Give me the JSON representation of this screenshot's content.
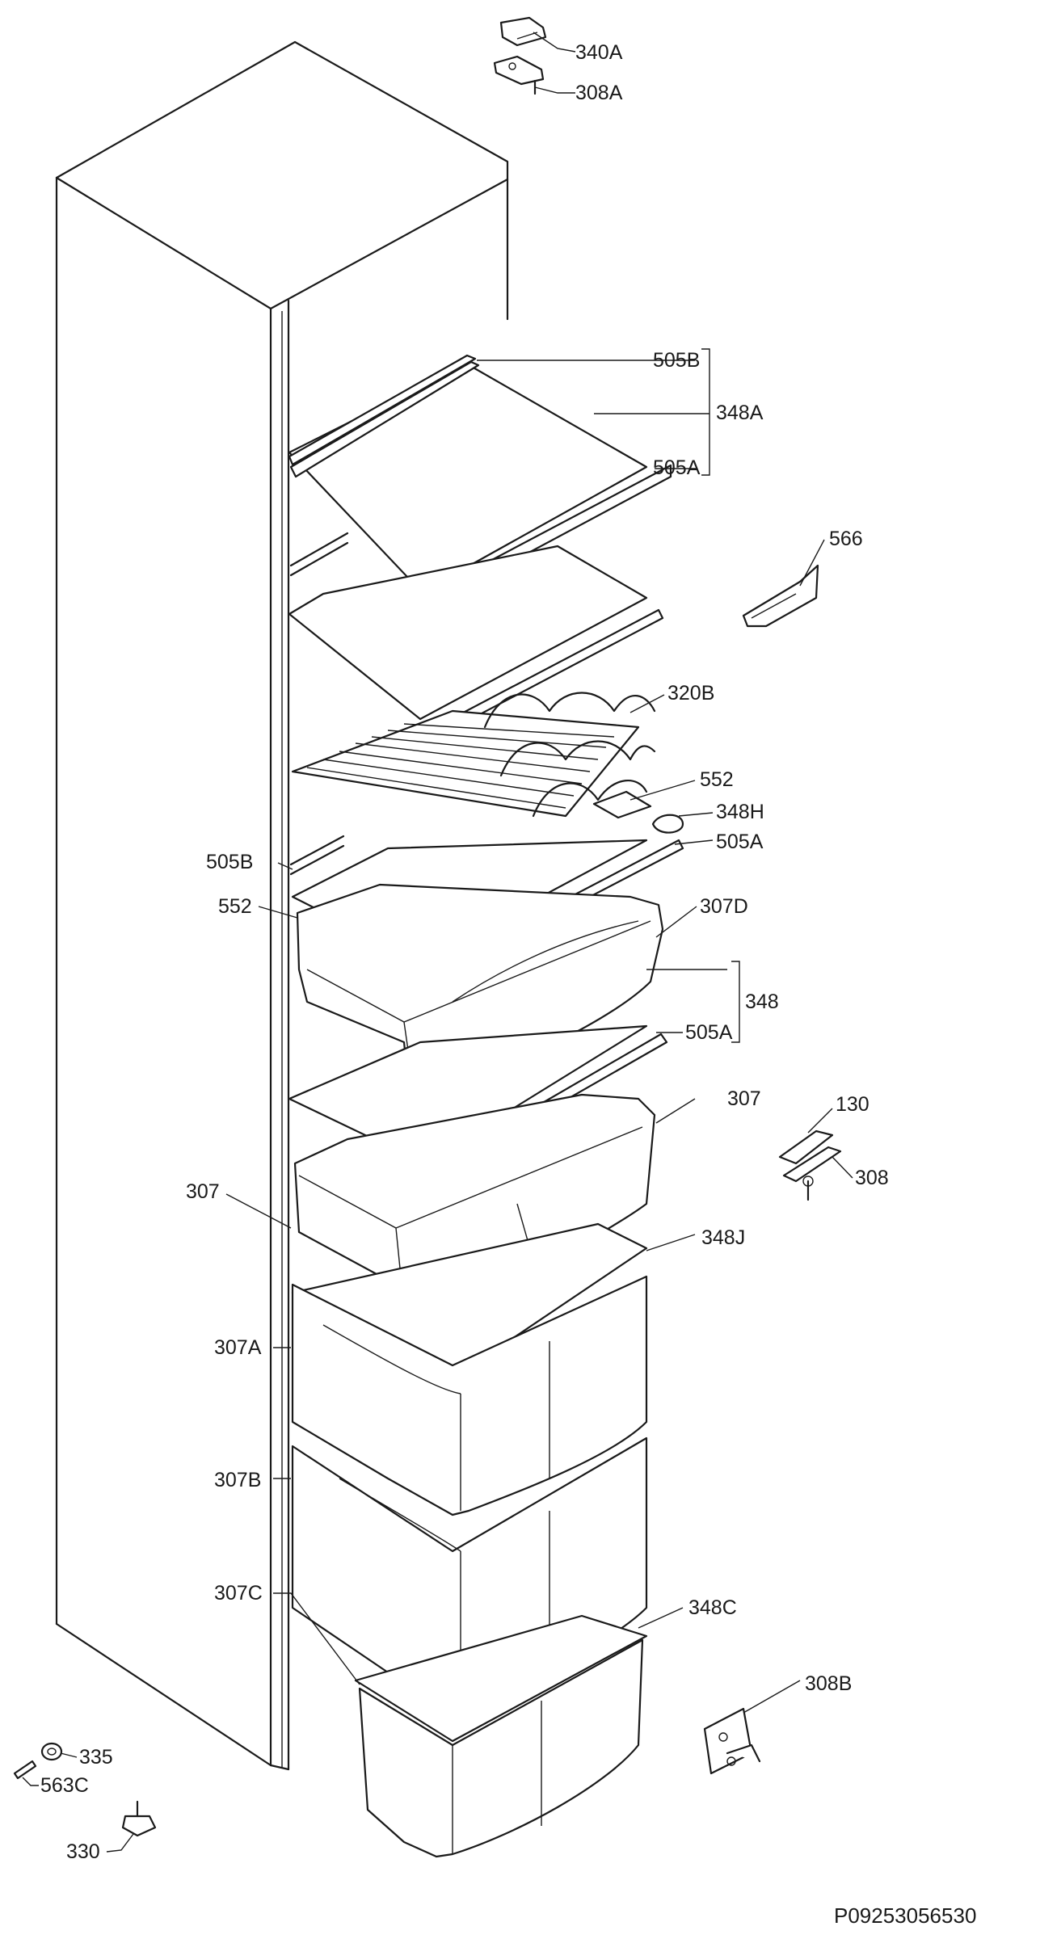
{
  "diagram": {
    "labels": {
      "l340a": "340A",
      "l308a": "308A",
      "l505b_top": "505B",
      "l348a": "348A",
      "l505a_top": "505A",
      "l566": "566",
      "l320b": "320B",
      "l552_right": "552",
      "l348h": "348H",
      "l505b_left": "505B",
      "l505a_mid": "505A",
      "l552_left": "552",
      "l307d": "307D",
      "l348": "348",
      "l505a_low": "505A",
      "l307_right": "307",
      "l130": "130",
      "l308": "308",
      "l307_left": "307",
      "l348j": "348J",
      "l307a": "307A",
      "l307b": "307B",
      "l348c": "348C",
      "l307c": "307C",
      "l308b": "308B",
      "l335": "335",
      "l563c": "563C",
      "l330": "330"
    },
    "drawing_code": "P09253056530"
  }
}
